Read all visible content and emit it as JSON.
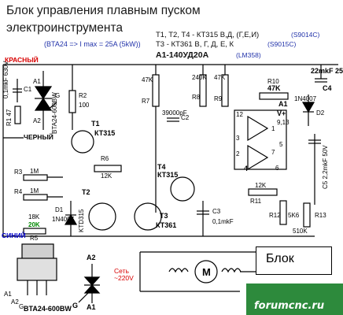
{
  "title": {
    "line1": "Блок управления плавным пуском",
    "line2": "электроинструмента"
  },
  "note": "(BTA24 => I max = 25A (5kW))",
  "specs": {
    "line1": "T1, T2, T4 - КТ315 В,Д, (Г,Е,И)",
    "line1b": "(S9014C)",
    "line2": "T3 - КТ361 В, Г, Д, Е, К",
    "line2b": "(S9015C)",
    "line3": "А1-140УД20А",
    "line3b": "(LM358)"
  },
  "wires": {
    "red": "КРАСНЫЙ",
    "black": "ЧЕРНЫЙ",
    "blue": "СИНИЙ"
  },
  "components": {
    "c1": "0,1mkF 630V",
    "c1n": "C1",
    "r1": "R1 47",
    "triac": "BTA24-600BW",
    "a1": "A1",
    "a2": "A2",
    "g": "G",
    "r2": "R2",
    "r2v": "100",
    "t1": "T1",
    "t1t": "КТ315",
    "r7": "R7",
    "r7v": "47K",
    "c2": "39000pF",
    "c2n": "C2",
    "r8": "R8",
    "r8v": "240K",
    "r9": "R9",
    "r9v": "47K",
    "r10": "R10",
    "r10v": "47K",
    "c4v": "22mkF 25V",
    "c4": "C4",
    "d2": "D2",
    "d2t": "1N4007",
    "a1op": "A1",
    "vplus": "V+",
    "p913": "9,13",
    "p12": "12",
    "p1": "1",
    "p3": "3",
    "p2": "2",
    "p7": "7",
    "p4": "4",
    "p6": "6",
    "p5": "5",
    "r6": "R6",
    "r6v": "12K",
    "r3": "R3",
    "r3v": "1M",
    "r4": "R4",
    "r4v": "1M",
    "t4": "T4",
    "t4t": "КТ315",
    "c5": "C5 2,2mkF 50V",
    "r11": "R11",
    "r11v": "12K",
    "t2": "T2",
    "t3": "T3",
    "t3t": "КТ361",
    "c3": "C3",
    "c3v": "0,1mkF",
    "r12": "R12",
    "r12v": "5K6",
    "r13": "R13",
    "r13v": "510K",
    "r5v1": "18K",
    "r5v2": "20K",
    "r5": "R5",
    "d1": "D1",
    "d1t": "1N4007",
    "d1k": "KTD315"
  },
  "bottom": {
    "pkg": "BTA24-600BW",
    "a1": "A1",
    "a2": "A2",
    "g": "G",
    "a2s": "A2",
    "a1s": "A1",
    "gs": "G",
    "mains": "Сеть ~220V",
    "motor": "M",
    "block": "Блок"
  },
  "brand": "forumcnc.ru",
  "colors": {
    "red": "#d80000",
    "blue": "#0000cc",
    "green": "#2d8a3c"
  }
}
